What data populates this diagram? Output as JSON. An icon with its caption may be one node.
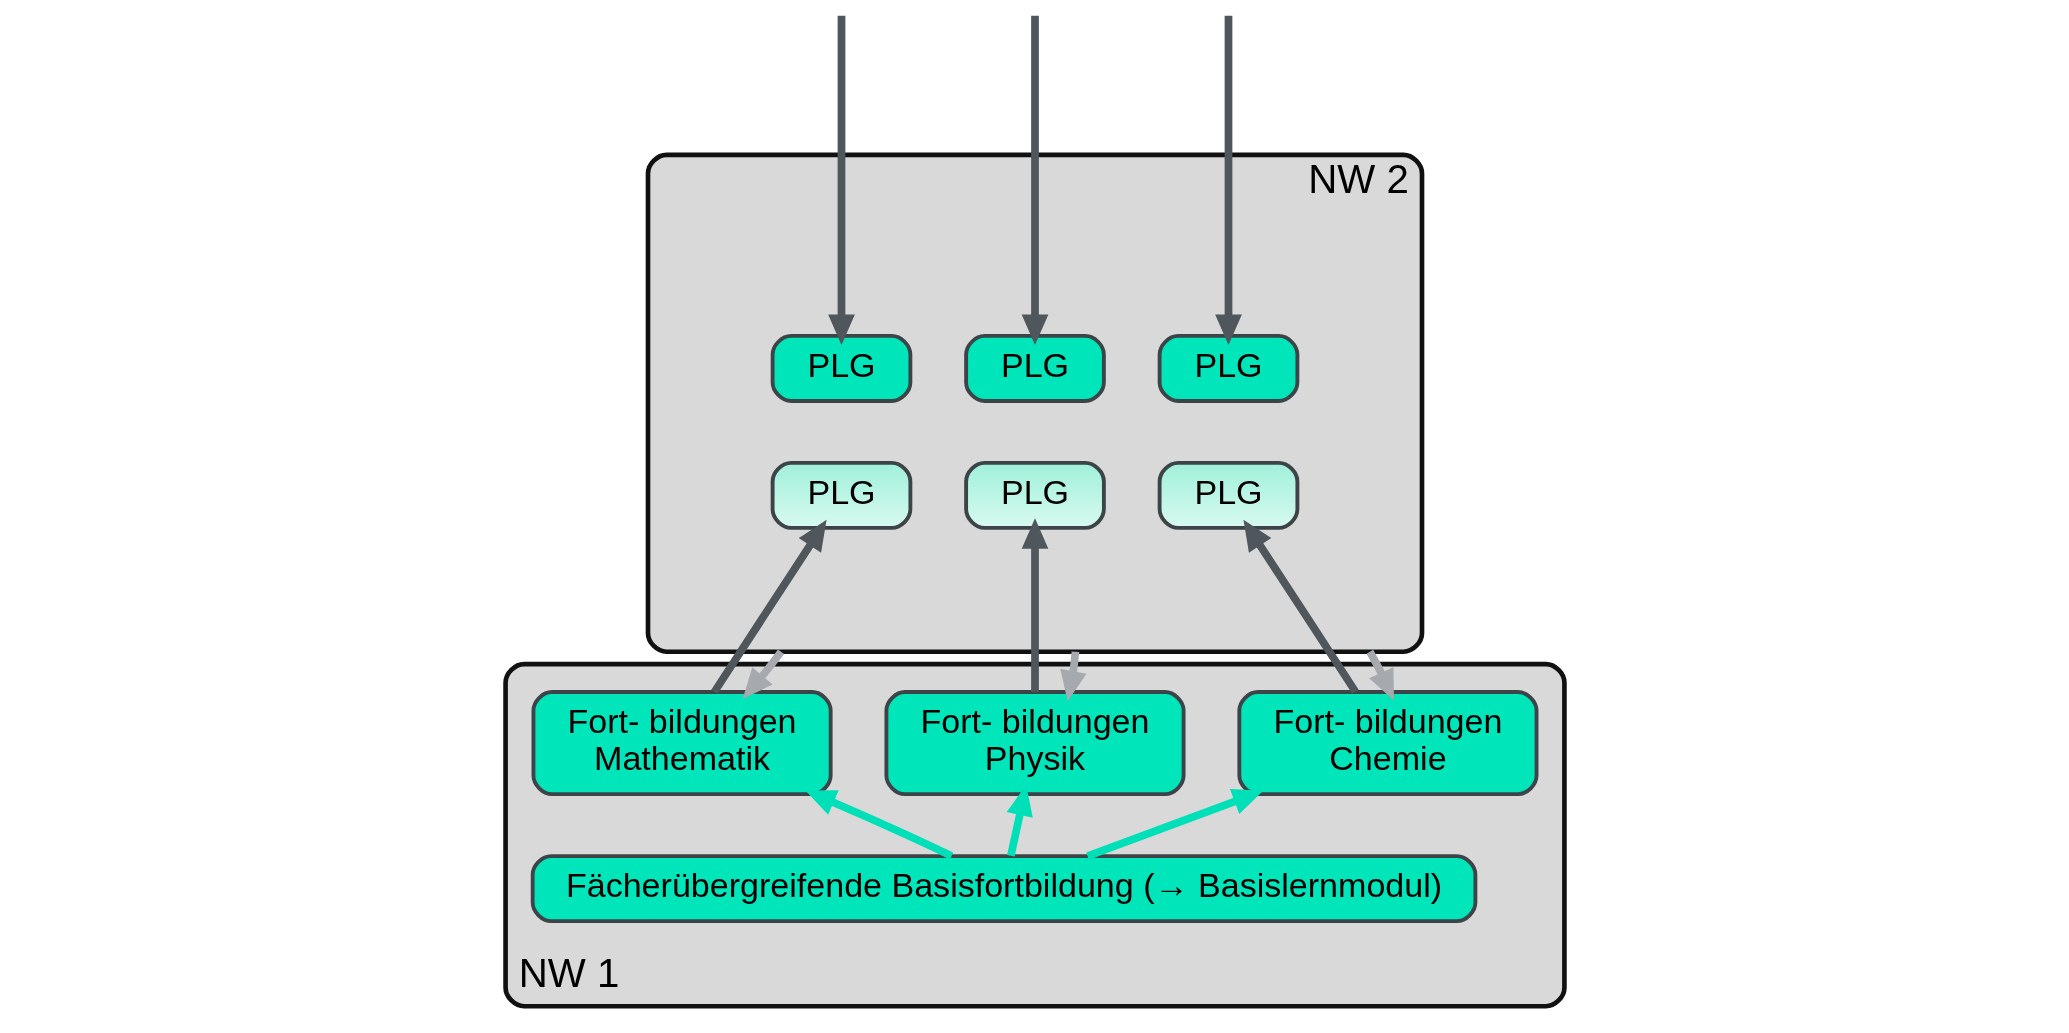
{
  "diagram": {
    "nodes": [
      {
        "text": [
          "NW 2"
        ]
      },
      {
        "text": [
          "PLG"
        ],
        "in": 0
      },
      {
        "text": [
          "PLG"
        ],
        "in": 0
      },
      {
        "text": [
          "PLG"
        ],
        "in": 0
      },
      {
        "text": [
          "PLG"
        ],
        "in": 0
      },
      {
        "text": [
          "PLG"
        ],
        "in": 0
      },
      {
        "text": [
          "PLG"
        ],
        "in": 0
      },
      {
        "text": [
          "NW 1"
        ]
      },
      {
        "text": [
          "Fort- bildungen",
          "Mathematik"
        ],
        "in": 7
      },
      {
        "text": [
          "Fort- bildungen",
          "Physik"
        ],
        "in": 7
      },
      {
        "text": [
          "Fort- bildungen",
          "Chemie"
        ],
        "in": 7
      },
      {
        "text": [
          "Fächerübergreifende Basisfortbildung (→ Basislernmodul)"
        ],
        "in": 7
      }
    ],
    "edges": [
      {
        "from": null,
        "to": 1,
        "arrow": "to"
      },
      {
        "from": null,
        "to": 2,
        "arrow": "to"
      },
      {
        "from": null,
        "to": 3,
        "arrow": "to"
      },
      {
        "from": 8,
        "to": 4,
        "arrow": "to"
      },
      {
        "from": 9,
        "to": 5,
        "arrow": "to"
      },
      {
        "from": 10,
        "to": 6,
        "arrow": "to"
      },
      {
        "from": 0,
        "to": 8,
        "arrow": "to",
        "color": "#a6aaae"
      },
      {
        "from": 0,
        "to": 9,
        "arrow": "to",
        "color": "#a6aaae"
      },
      {
        "from": 0,
        "to": 10,
        "arrow": "to",
        "color": "#a6aaae"
      },
      {
        "from": 11,
        "to": 8,
        "arrow": "to",
        "color": "#00e0b8"
      },
      {
        "from": 11,
        "to": 9,
        "arrow": "to",
        "color": "#00e0b8"
      },
      {
        "from": 11,
        "to": 10,
        "arrow": "to",
        "color": "#00e0b8"
      }
    ]
  }
}
